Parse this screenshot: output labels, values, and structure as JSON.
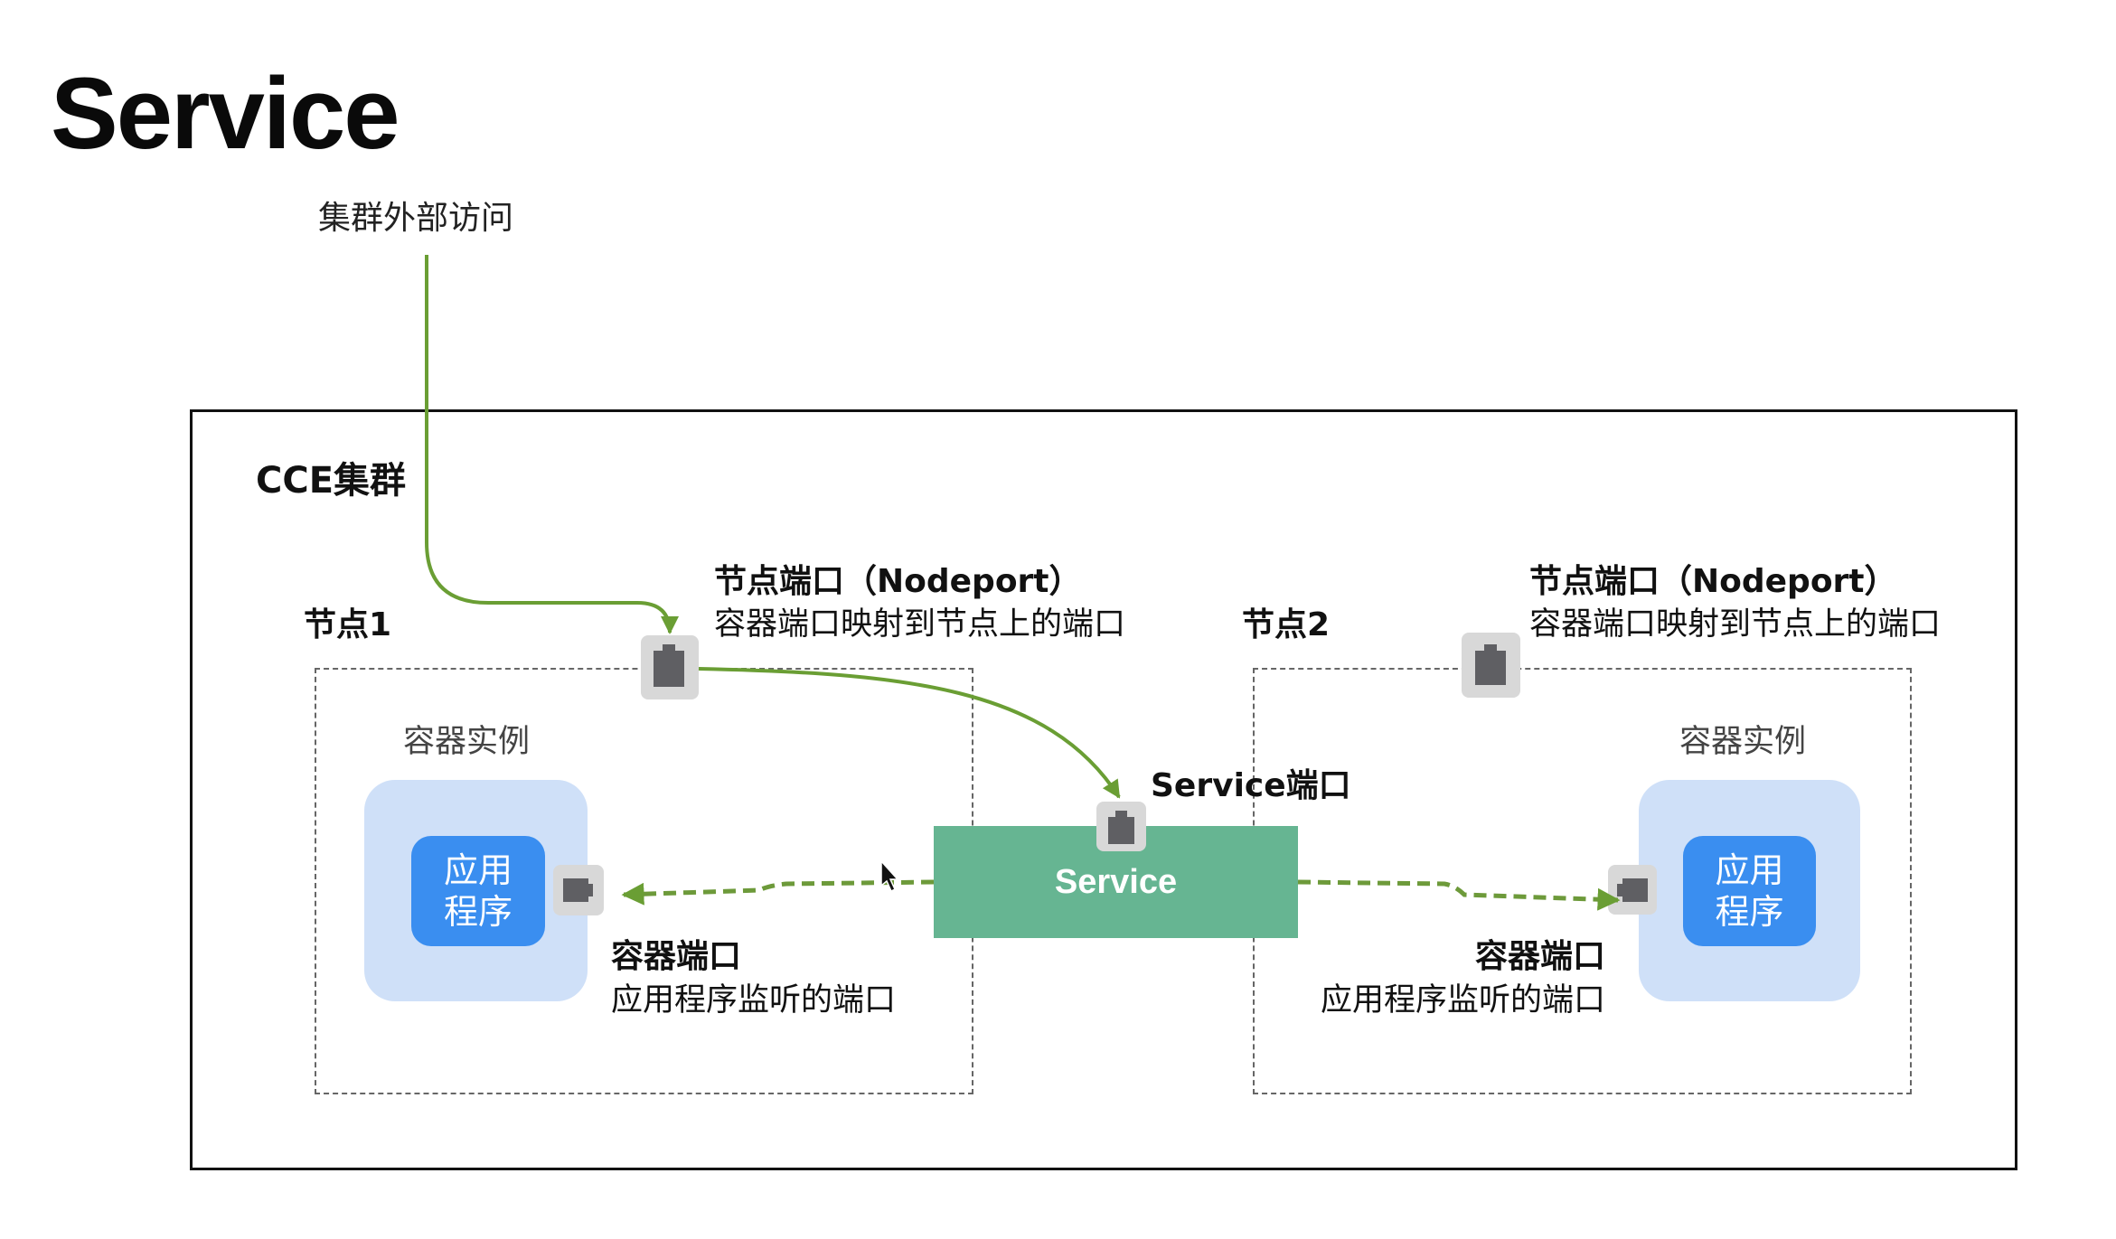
{
  "title": "Service",
  "external_access_label": "集群外部访问",
  "cluster": {
    "label": "CCE集群"
  },
  "nodes": [
    {
      "label": "节点1",
      "nodeport_title": "节点端口（Nodeport）",
      "nodeport_desc": "容器端口映射到节点上的端口",
      "container_instance_label": "容器实例",
      "app_label_line1": "应用",
      "app_label_line2": "程序",
      "container_port_title": "容器端口",
      "container_port_desc": "应用程序监听的端口"
    },
    {
      "label": "节点2",
      "nodeport_title": "节点端口（Nodeport）",
      "nodeport_desc": "容器端口映射到节点上的端口",
      "container_instance_label": "容器实例",
      "app_label_line1": "应用",
      "app_label_line2": "程序",
      "container_port_title": "容器端口",
      "container_port_desc": "应用程序监听的端口"
    }
  ],
  "service": {
    "label": "Service",
    "port_label": "Service端口"
  },
  "icons": {
    "port": "ethernet-port-icon",
    "cursor": "mouse-pointer-icon"
  },
  "colors": {
    "flow_line": "#6a9e34",
    "service_fill": "#66b592",
    "container_fill": "#cfe0f8",
    "app_fill": "#3a8ef0",
    "port_fill": "#d8d8d8",
    "port_glyph": "#5f5f63"
  }
}
